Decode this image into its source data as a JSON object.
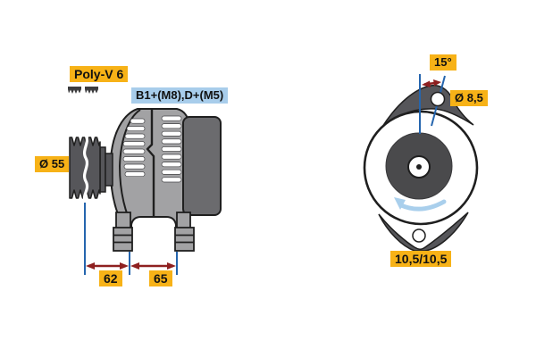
{
  "labels": {
    "belt_type": "Poly-V 6",
    "terminals": "B1+(M8),D+(M5)",
    "pulley_diameter": "Ø 55",
    "dim_pulley_to_foot": "62",
    "dim_between_feet": "65",
    "lug_angle": "15°",
    "lug_hole_diameter": "Ø 8,5",
    "mount_hole_spacing": "10,5/10,5"
  },
  "icons": {
    "belt_profile": "poly-v-belt-cross-section",
    "rotation_arrow": "counterclockwise-rotation-arrow"
  },
  "colors": {
    "label_yellow_bg": "#F7B217",
    "label_blue_bg": "#A8CDEB",
    "dimension_line_blue": "#2565AE",
    "dimension_arrow_red": "#8E2020",
    "body_gray": "#A2A2A4",
    "dark_part_gray": "#56565A",
    "rear_housing_gray": "#6B6B6E",
    "rotation_arrow_blue": "#A9CFEC",
    "outline_black": "#1F1F1F"
  }
}
